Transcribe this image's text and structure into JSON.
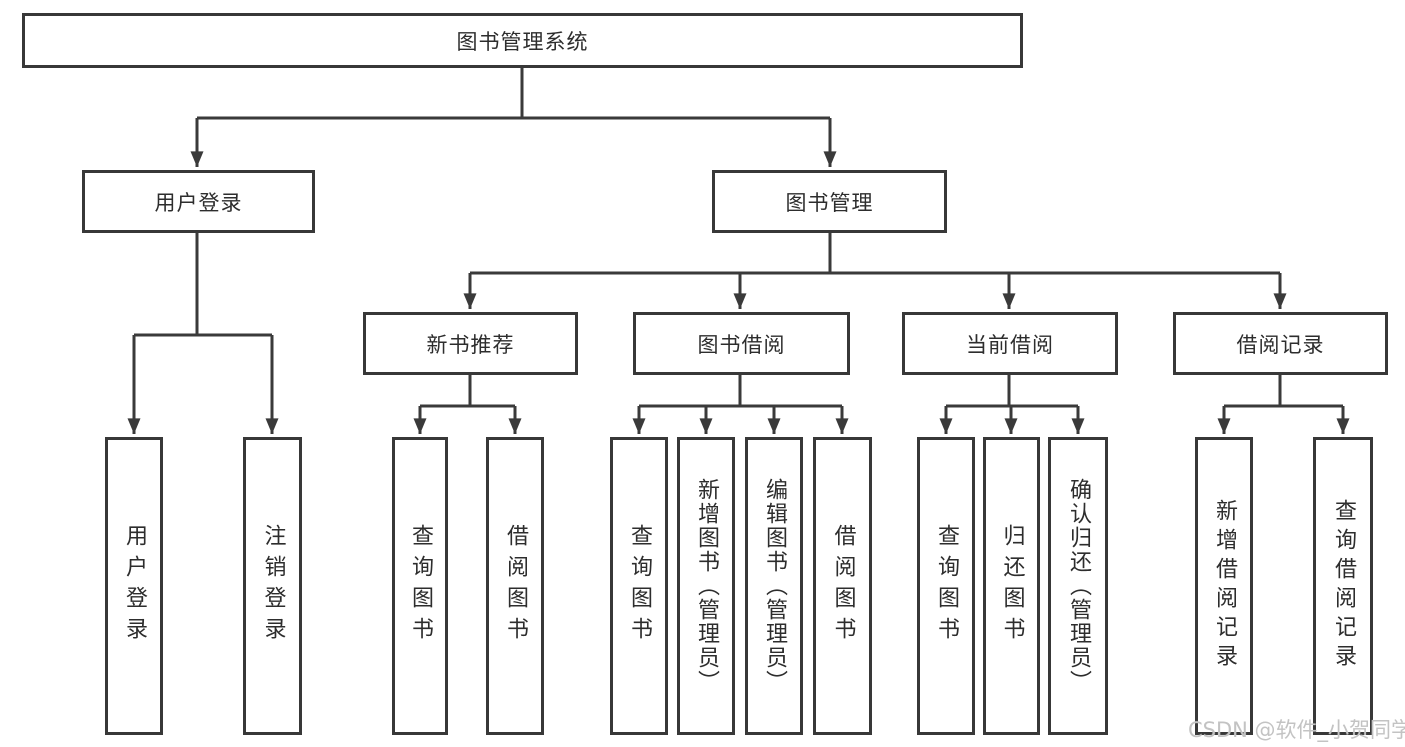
{
  "diagram_type": "functional-structure-tree",
  "colors": {
    "line": "#3a3a3a",
    "box_border": "#383838",
    "box_fill": "#ffffff",
    "text": "#2d2d2d",
    "watermark": "#c3c3c3"
  },
  "tree": {
    "root": "图书管理系统",
    "children": [
      {
        "label": "用户登录",
        "children": [
          {
            "label": "用户登录"
          },
          {
            "label": "注销登录"
          }
        ]
      },
      {
        "label": "图书管理",
        "children": [
          {
            "label": "新书推荐",
            "children": [
              {
                "label": "查询图书"
              },
              {
                "label": "借阅图书"
              }
            ]
          },
          {
            "label": "图书借阅",
            "children": [
              {
                "label": "查询图书"
              },
              {
                "label": "新增图书（管理员）"
              },
              {
                "label": "编辑图书（管理员）"
              },
              {
                "label": "借阅图书"
              }
            ]
          },
          {
            "label": "当前借阅",
            "children": [
              {
                "label": "查询图书"
              },
              {
                "label": "归还图书"
              },
              {
                "label": "确认归还（管理员）"
              }
            ]
          },
          {
            "label": "借阅记录",
            "children": [
              {
                "label": "新增借阅记录"
              },
              {
                "label": "查询借阅记录"
              }
            ]
          }
        ]
      }
    ]
  },
  "watermark": "CSDN @软件_小贺同学"
}
